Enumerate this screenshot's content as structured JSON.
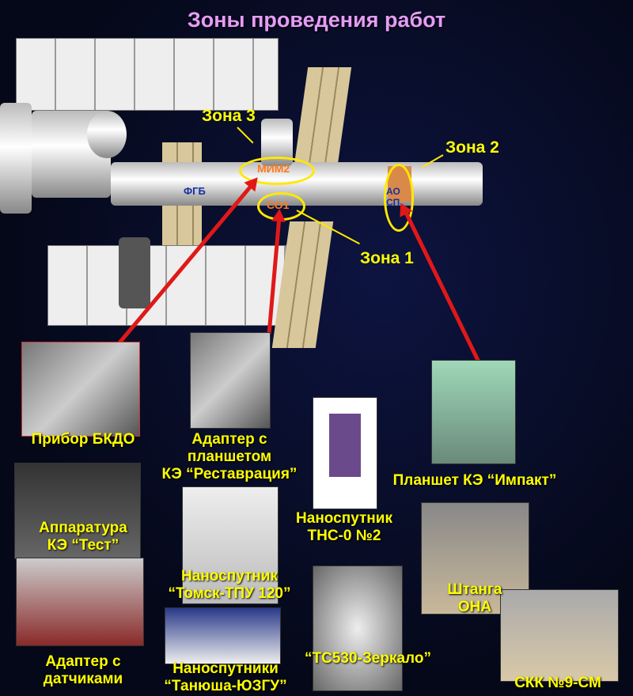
{
  "title": "Зоны проведения работ",
  "zones": {
    "zone1": "Зона 1",
    "zone2": "Зона 2",
    "zone3": "Зона 3"
  },
  "modules": {
    "fgb": "ФГБ",
    "mim2": "МИМ2",
    "so1": "СО1",
    "ao_line1": "АО",
    "ao_line2": "СП"
  },
  "items": [
    {
      "line1": "Прибор БКДО"
    },
    {
      "line1": "Адаптер с",
      "line2": "планшетом",
      "line3": "КЭ “Реставрация”"
    },
    {
      "line1": "Наноспутник",
      "line2": "ТНС-0 №2"
    },
    {
      "line1": "Планшет КЭ “Импакт”"
    },
    {
      "line1": "Аппаратура",
      "line2": "КЭ “Тест”"
    },
    {
      "line1": "Наноспутник",
      "line2": "“Томск-ТПУ 120”"
    },
    {
      "line1": "Штанга",
      "line2": "ОНА"
    },
    {
      "line1": "Адаптер с",
      "line2": "датчиками"
    },
    {
      "line1": "Наноспутники",
      "line2": "“Танюша-ЮЗГУ”"
    },
    {
      "line1": "“ТС530-Зеркало”"
    },
    {
      "line1": "СКК №9-СМ"
    }
  ],
  "colors": {
    "title": "#e59cf5",
    "label": "#ffff00",
    "arrow": "#e01818"
  }
}
